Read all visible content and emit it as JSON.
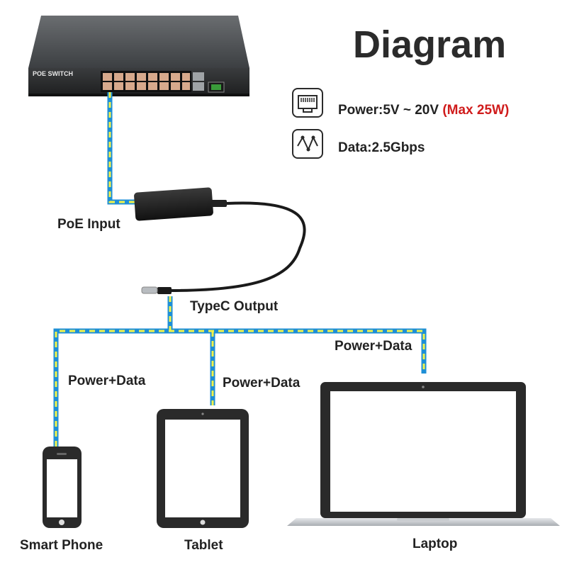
{
  "title": "Diagram",
  "switch": {
    "label": "POE SWITCH"
  },
  "specs": {
    "power": {
      "icon": "ethernet-port-icon",
      "label": "Power:5V ~ 20V",
      "note": "(Max 25W)",
      "note_color": "#d01c1c"
    },
    "data": {
      "icon": "signal-wave-icon",
      "label": "Data:2.5Gbps"
    }
  },
  "labels": {
    "poe_input": "PoE Input",
    "typec_output": "TypeC Output",
    "power_data_phone": "Power+Data",
    "power_data_tablet": "Power+Data",
    "power_data_laptop": "Power+Data"
  },
  "devices": {
    "phone": "Smart Phone",
    "tablet": "Tablet",
    "laptop": "Laptop"
  },
  "colors": {
    "cable_blue": "#1e8fd6",
    "cable_yellow": "#f2f24a",
    "device_frame": "#2a2a2a",
    "screen": "#ffffff"
  }
}
